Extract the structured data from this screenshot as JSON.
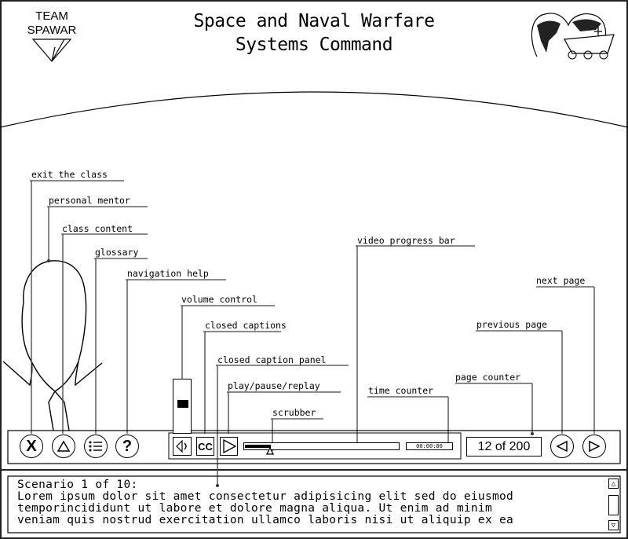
{
  "header": {
    "logo_text_line1": "TEAM",
    "logo_text_line2": "SPAWAR",
    "title_line1": "Space and Naval Warfare",
    "title_line2": "Systems Command",
    "emblem": "globe-ship-emblem"
  },
  "callouts": {
    "exit": "exit the class",
    "mentor": "personal mentor",
    "content": "class content",
    "glossary": "glossary",
    "help": "navigation help",
    "volume": "volume control",
    "captions": "closed captions",
    "caption_panel": "closed caption panel",
    "play": "play/pause/replay",
    "scrubber": "scrubber",
    "progress": "video progress bar",
    "time": "time counter",
    "page_counter": "page counter",
    "prev": "previous page",
    "next": "next page"
  },
  "controls": {
    "exit_glyph": "X",
    "help_glyph": "?",
    "cc_label": "CC",
    "time_counter": "00:00:00",
    "page_counter": "12 of 200",
    "video_progress": 0.17,
    "volume_level": 0.55
  },
  "caption_panel": {
    "heading": "Scenario 1 of 10:",
    "lines": [
      "Lorem ipsum dolor sit amet consectetur adipisicing elit sed do eiusmod",
      "temporincididunt ut labore et dolore magna aliqua. Ut enim ad minim",
      "veniam quis nostrud exercitation ullamco laboris nisi ut aliquip ex ea"
    ]
  }
}
